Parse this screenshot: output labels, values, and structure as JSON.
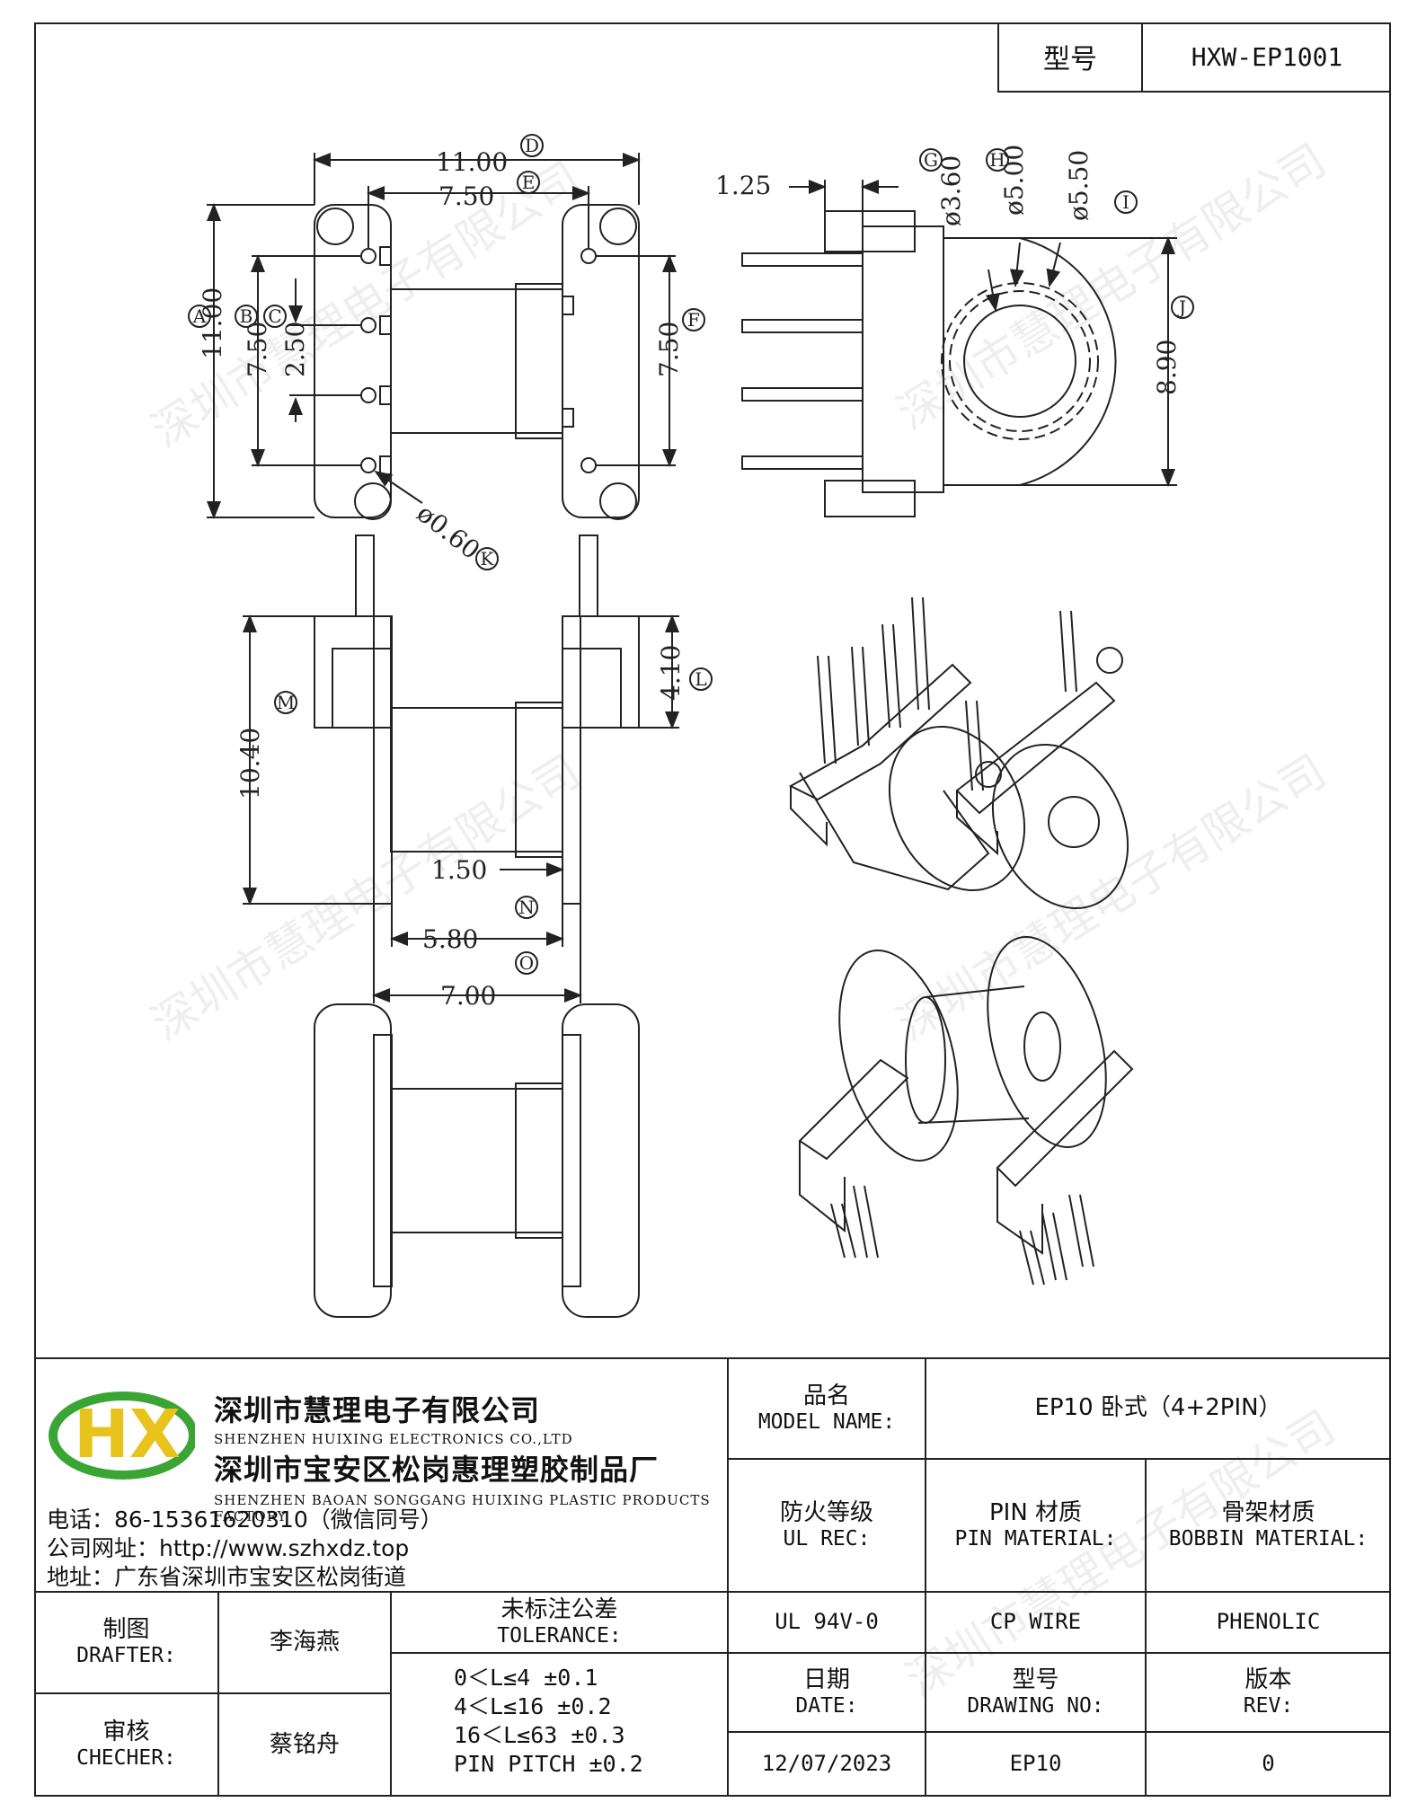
{
  "header": {
    "model_label": "型号",
    "model_value": "HXW-EP1001"
  },
  "watermark_text": "深圳市慧理电子有限公司",
  "dims": {
    "d11a": "11.00",
    "d750a": "7.50",
    "d11b": "11.00",
    "d750b": "7.50",
    "d250": "2.50",
    "d750c": "7.50",
    "d060": "ø0.60",
    "d125": "1.25",
    "d360": "ø3.60",
    "d500": "ø5.00",
    "d550": "ø5.50",
    "d890": "8.90",
    "d1040": "10.40",
    "d410": "4.10",
    "d150": "1.50",
    "d580": "5.80",
    "d700": "7.00"
  },
  "callouts": {
    "A": "A",
    "B": "B",
    "C": "C",
    "D": "D",
    "E": "E",
    "F": "F",
    "G": "G",
    "H": "H",
    "I": "I",
    "J": "J",
    "K": "K",
    "L": "L",
    "M": "M",
    "N": "N",
    "O": "O"
  },
  "company": {
    "logo_text": "HX",
    "name_cn": "深圳市慧理电子有限公司",
    "name_en": "SHENZHEN HUIXING ELECTRONICS CO.,LTD",
    "factory_cn": "深圳市宝安区松岗惠理塑胶制品厂",
    "factory_en": "SHENZHEN BAOAN SONGGANG HUIXING PLASTIC PRODUCTS FACTORY",
    "phone": "电话：86-15361620310（微信同号）",
    "website": "公司网址：http://www.szhxdz.top",
    "address": "地址：广东省深圳市宝安区松岗街道"
  },
  "title_block": {
    "model_name_cn": "品名",
    "model_name_en": "MODEL NAME:",
    "model_name_value": "EP10 卧式（4+2PIN）",
    "ul_cn": "防火等级",
    "ul_en": "UL REC:",
    "pin_cn": "PIN 材质",
    "pin_en": "PIN MATERIAL:",
    "bobbin_cn": "骨架材质",
    "bobbin_en": "BOBBIN MATERIAL:",
    "ul_value": "UL 94V-0",
    "pin_value": "CP WIRE",
    "bobbin_value": "PHENOLIC",
    "drafter_cn": "制图",
    "drafter_en": "DRAFTER:",
    "drafter_name": "李海燕",
    "checker_cn": "审核",
    "checker_en": "CHECHER:",
    "checker_name": "蔡铭舟",
    "tol_cn": "未标注公差",
    "tol_en": "TOLERANCE:",
    "tol_lines": [
      "0＜L≤4   ±0.1",
      "4＜L≤16  ±0.2",
      "16＜L≤63  ±0.3",
      "PIN PITCH ±0.2"
    ],
    "date_cn": "日期",
    "date_en": "DATE:",
    "date_value": "12/07/2023",
    "drawing_cn": "型号",
    "drawing_en": "DRAWING NO:",
    "drawing_value": "EP10",
    "rev_cn": "版本",
    "rev_en": "REV:",
    "rev_value": "0"
  },
  "colors": {
    "line": "#222222",
    "logo_green": "#3aa534",
    "logo_yellow": "#e8c31c"
  }
}
